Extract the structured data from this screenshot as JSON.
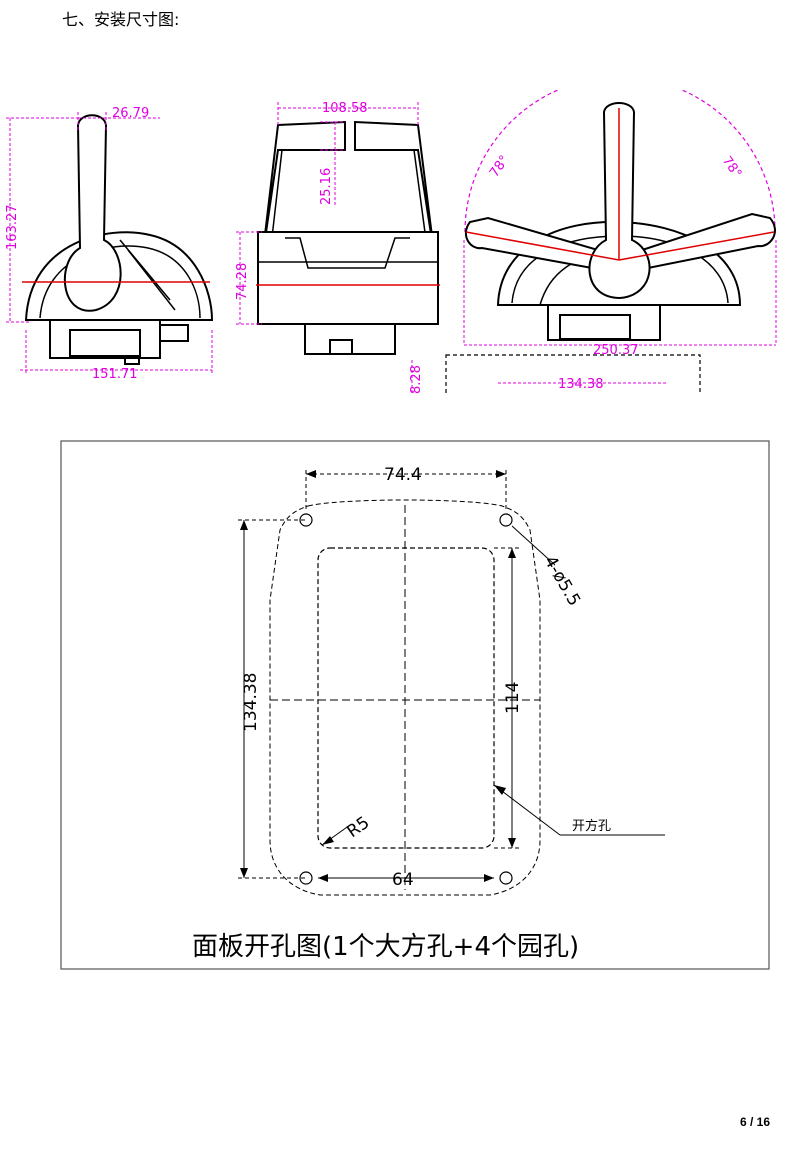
{
  "document": {
    "heading": "七、安装尺寸图:",
    "page_number": "6 / 16"
  },
  "side_view": {
    "top_width": "26.79",
    "height": "163.27",
    "base_width": "151.71"
  },
  "front_view": {
    "top_width": "108.58",
    "slot_height": "25.16",
    "body_height": "74.28",
    "cut_label": "8.28"
  },
  "swing_view": {
    "angle_left": "78°",
    "angle_right": "78°",
    "total_width": "250.37",
    "sub_width": "134.38"
  },
  "panel_drawing": {
    "hole_spacing_top": "74.4",
    "hole_spec": "4-ø5.5",
    "overall_height": "134.38",
    "cutout_height": "114",
    "corner_radius": "R5",
    "cutout_width": "64",
    "cutout_label": "开方孔",
    "caption": "面板开孔图(1个大方孔+4个园孔)"
  }
}
